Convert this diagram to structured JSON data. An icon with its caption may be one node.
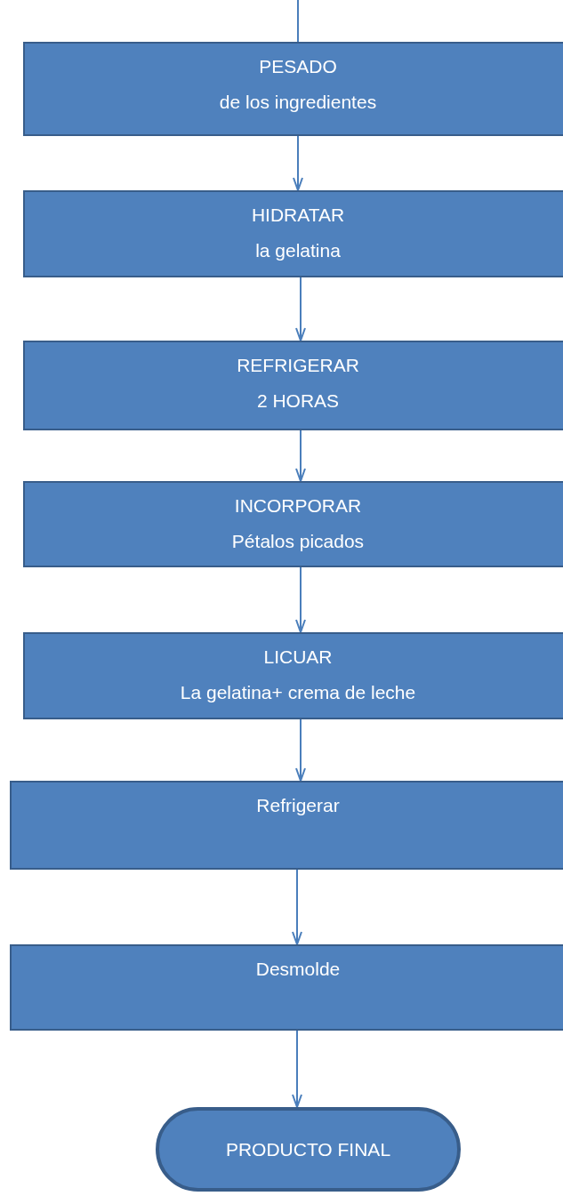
{
  "diagram": {
    "nodes": [
      {
        "text": [
          "PESADO",
          "de los ingredientes"
        ]
      },
      {
        "text": [
          "HIDRATAR",
          "la gelatina"
        ]
      },
      {
        "text": [
          "REFRIGERAR",
          "2 HORAS"
        ]
      },
      {
        "text": [
          "INCORPORAR",
          "Pétalos picados"
        ]
      },
      {
        "text": [
          "LICUAR",
          "La gelatina+ crema de leche"
        ]
      },
      {
        "text": [
          "Refrigerar"
        ]
      },
      {
        "text": [
          "Desmolde"
        ]
      },
      {
        "text": [
          "PRODUCTO FINAL"
        ]
      }
    ],
    "edges": [
      {
        "from": null,
        "to": 0,
        "arrow": "none"
      },
      {
        "from": 0,
        "to": 1,
        "arrow": "to"
      },
      {
        "from": 1,
        "to": 2,
        "arrow": "to"
      },
      {
        "from": 2,
        "to": 3,
        "arrow": "to"
      },
      {
        "from": 3,
        "to": 4,
        "arrow": "to"
      },
      {
        "from": 4,
        "to": 5,
        "arrow": "to"
      },
      {
        "from": 5,
        "to": 6,
        "arrow": "to"
      },
      {
        "from": 6,
        "to": 7,
        "arrow": "to"
      }
    ]
  }
}
